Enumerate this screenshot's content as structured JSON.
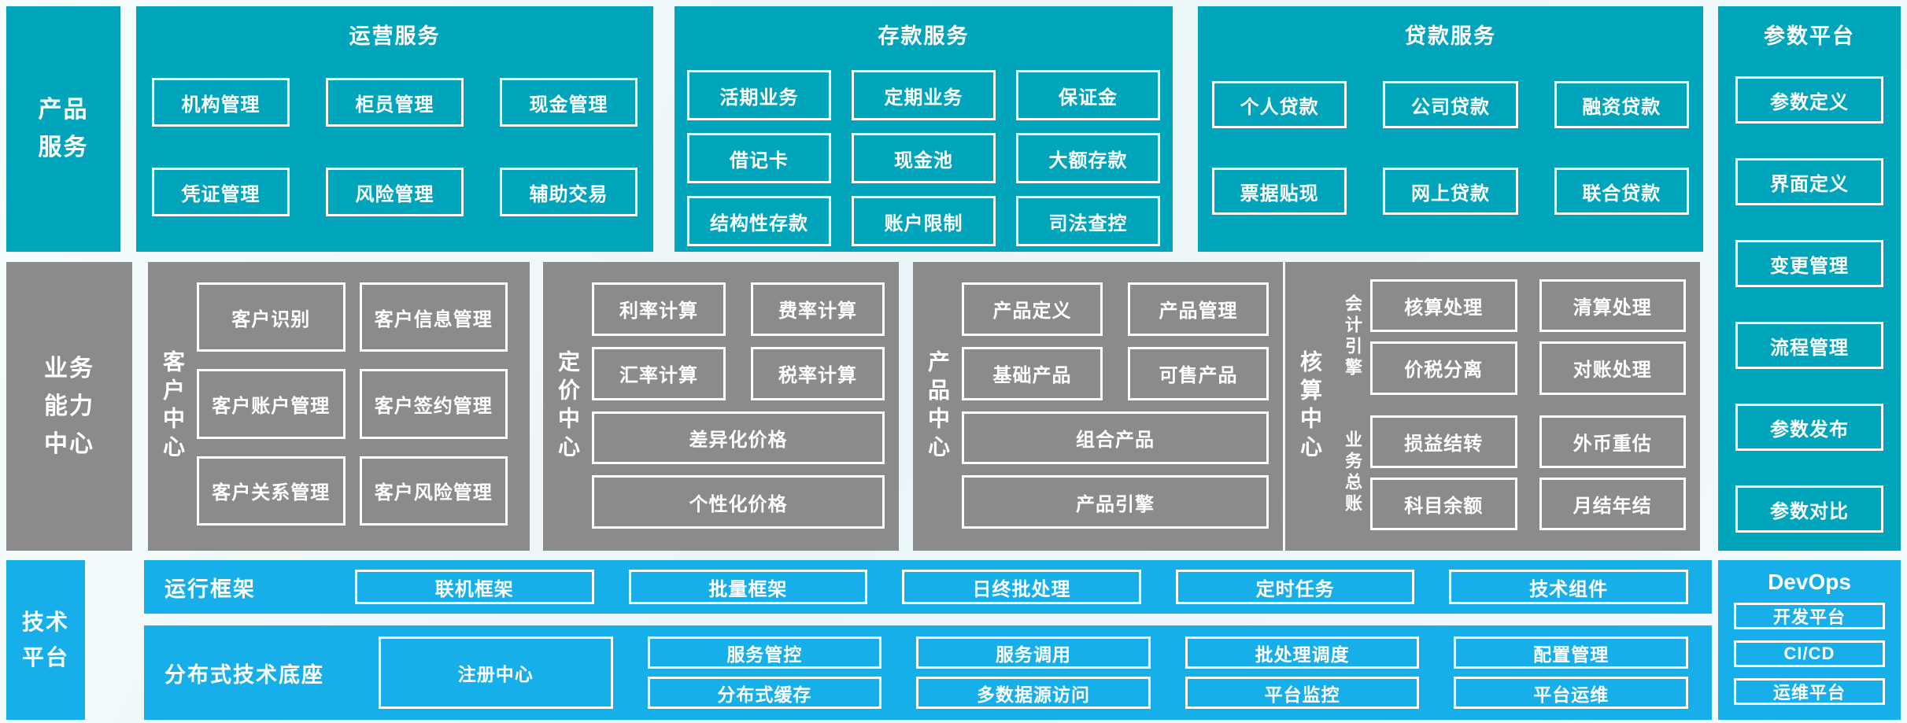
{
  "palette": {
    "teal": "#00A5BC",
    "gray": "#8B8B8B",
    "blue": "#16AFE9",
    "box_border": "#FFFFFF"
  },
  "left_labels": {
    "product": "产品\n服务",
    "business": "业务\n能力\n中心",
    "tech": "技术\n平台"
  },
  "operations": {
    "title": "运营服务",
    "items": [
      "机构管理",
      "柜员管理",
      "现金管理",
      "凭证管理",
      "风险管理",
      "辅助交易"
    ]
  },
  "deposit": {
    "title": "存款服务",
    "items": [
      "活期业务",
      "定期业务",
      "保证金",
      "借记卡",
      "现金池",
      "大额存款",
      "结构性存款",
      "账户限制",
      "司法查控"
    ]
  },
  "loan": {
    "title": "贷款服务",
    "items": [
      "个人贷款",
      "公司贷款",
      "融资贷款",
      "票据贴现",
      "网上贷款",
      "联合贷款"
    ]
  },
  "params": {
    "title": "参数平台",
    "items": [
      "参数定义",
      "界面定义",
      "变更管理",
      "流程管理",
      "参数发布",
      "参数对比"
    ]
  },
  "customer": {
    "label": "客户中心",
    "items": [
      "客户识别",
      "客户信息管理",
      "客户账户管理",
      "客户签约管理",
      "客户关系管理",
      "客户风险管理"
    ]
  },
  "pricing": {
    "label": "定价中心",
    "items": [
      "利率计算",
      "费率计算",
      "汇率计算",
      "税率计算",
      "差异化价格",
      "个性化价格"
    ]
  },
  "product_center": {
    "label": "产品中心",
    "items": [
      "产品定义",
      "产品管理",
      "基础产品",
      "可售产品",
      "组合产品",
      "产品引擎"
    ]
  },
  "accounting": {
    "label": "核算中心",
    "groups": [
      {
        "label": "会计引擎",
        "items": [
          "核算处理",
          "清算处理",
          "价税分离",
          "对账处理"
        ]
      },
      {
        "label": "业务总账",
        "items": [
          "损益结转",
          "外币重估",
          "科目余额",
          "月结年结"
        ]
      }
    ]
  },
  "runtime": {
    "label": "运行框架",
    "items": [
      "联机框架",
      "批量框架",
      "日终批处理",
      "定时任务",
      "技术组件"
    ]
  },
  "distributed": {
    "label": "分布式技术底座",
    "registry": "注册中心",
    "row1": [
      "服务管控",
      "服务调用",
      "批处理调度",
      "配置管理"
    ],
    "row2": [
      "分布式缓存",
      "多数据源访问",
      "平台监控",
      "平台运维"
    ]
  },
  "devops": {
    "title": "DevOps",
    "items": [
      "开发平台",
      "CI/CD",
      "运维平台"
    ]
  }
}
